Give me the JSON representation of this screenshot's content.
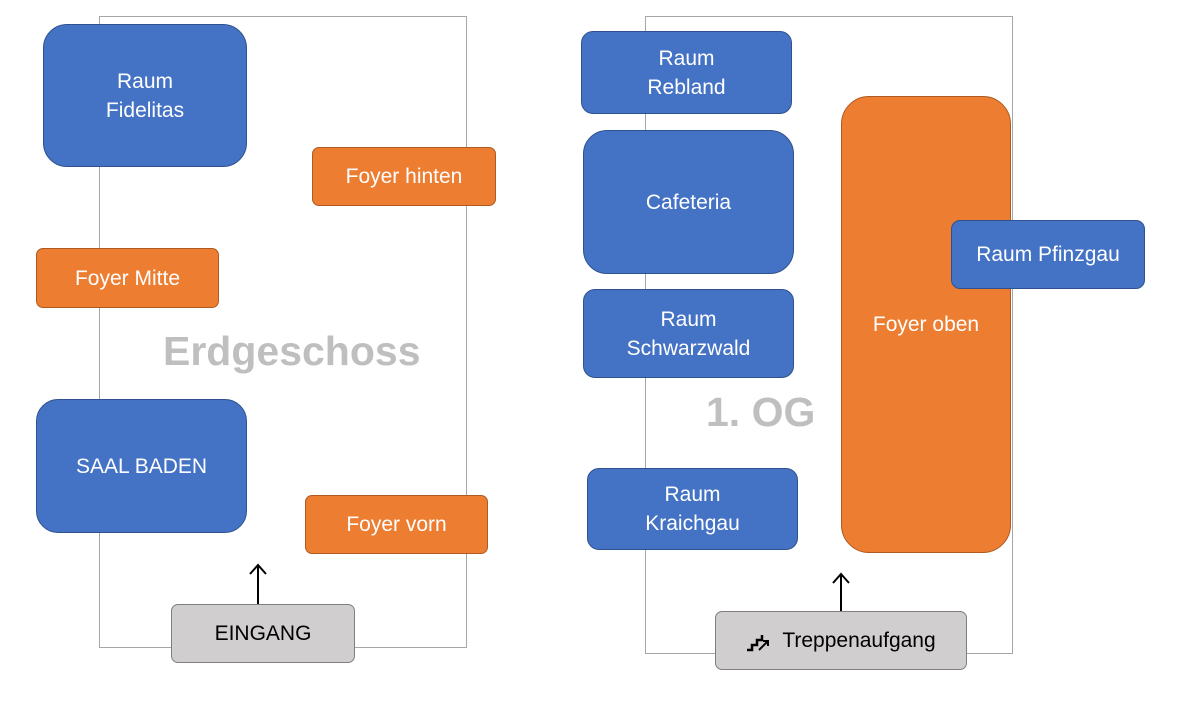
{
  "erdgeschoss": {
    "label": "Erdgeschoss",
    "rooms": {
      "fidelitas": "Raum\nFidelitas",
      "foyer_hinten": "Foyer hinten",
      "foyer_mitte": "Foyer Mitte",
      "saal_baden": "SAAL BADEN",
      "foyer_vorn": "Foyer vorn"
    },
    "entrance": "EINGANG"
  },
  "og": {
    "label": "1. OG",
    "rooms": {
      "rebland": "Raum\nRebland",
      "cafeteria": "Cafeteria",
      "schwarzwald": "Raum\nSchwarzwald",
      "kraichgau": "Raum\nKraichgau",
      "foyer_oben": "Foyer oben",
      "pfinzgau": "Raum Pfinzgau"
    },
    "stairs": "Treppenaufgang",
    "stairs_icon": "stairs-icon"
  },
  "colors": {
    "room": "#4472c4",
    "foyer": "#ed7d31",
    "access": "#d0cece",
    "floor_label": "#bfbfbf",
    "outline": "#a6a6a6"
  }
}
